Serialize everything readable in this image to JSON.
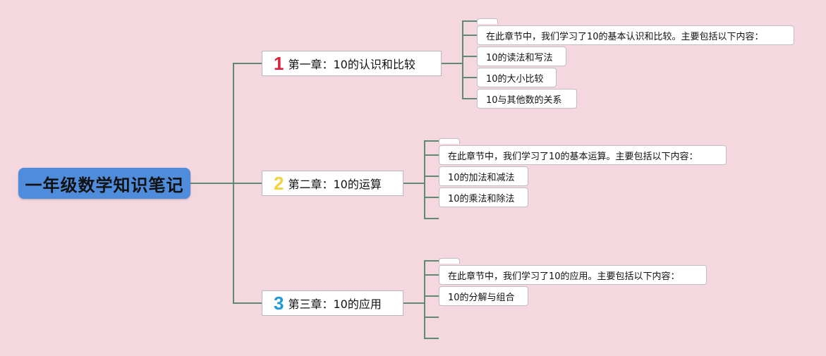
{
  "root": {
    "label": "一年级数学知识笔记"
  },
  "chapters": [
    {
      "number": "1",
      "number_color": "#d9233a",
      "title": "第一章：10的认识和比较",
      "items": [
        "在此章节中，我们学习了10的基本认识和比较。主要包括以下内容：",
        "10的读法和写法",
        "10的大小比较",
        "10与其他数的关系"
      ]
    },
    {
      "number": "2",
      "number_color": "#f2d43c",
      "title": "第二章：10的运算",
      "items": [
        "在此章节中，我们学习了10的基本运算。主要包括以下内容：",
        "10的加法和减法",
        "10的乘法和除法"
      ]
    },
    {
      "number": "3",
      "number_color": "#1f9ad6",
      "title": "第三章：10的应用",
      "items": [
        "在此章节中，我们学习了10的应用。主要包括以下内容：",
        "10的分解与组合"
      ]
    }
  ],
  "colors": {
    "background": "#f4d7df",
    "root_fill": "#4f8ddc",
    "connector": "#5e8a74"
  }
}
